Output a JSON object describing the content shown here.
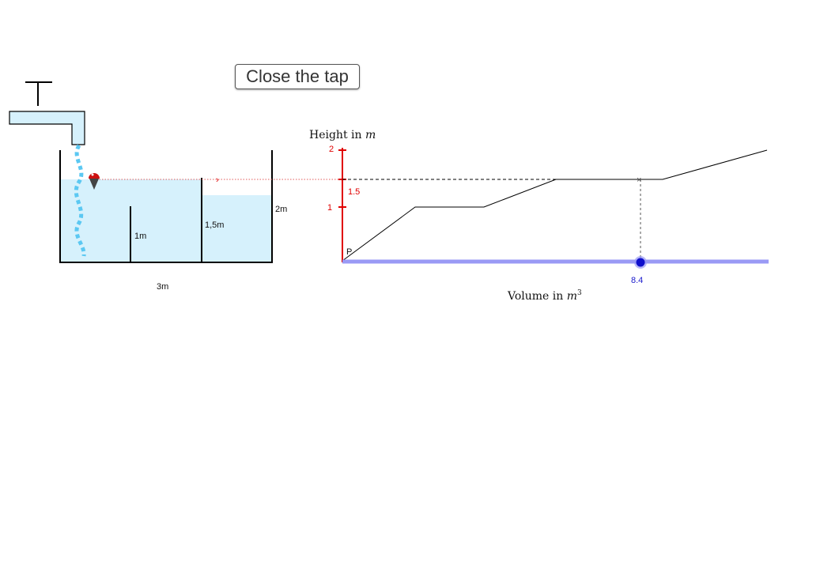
{
  "tap": {
    "button_label": "Close the tap"
  },
  "tank": {
    "width_label": "3m",
    "wall_height_label": "2m",
    "left_divider_label": "1m",
    "right_divider_label": "1,5m",
    "float_arrow": "›"
  },
  "graph": {
    "ylabel_text": "Height in ",
    "ylabel_var": "m",
    "xlabel_text": "Volume in ",
    "xlabel_var": "m",
    "xlabel_exp": "3",
    "y_ticks": [
      "2",
      "1.5",
      "1"
    ],
    "origin_label": "P",
    "slider_value": "8.4",
    "marker_symbol": "×"
  },
  "colors": {
    "water": "#d6f1fc",
    "water_stream": "#5bc8f2",
    "axis_red": "#e00000",
    "slider": "#9a9af5",
    "slider_point": "#1010cc"
  }
}
